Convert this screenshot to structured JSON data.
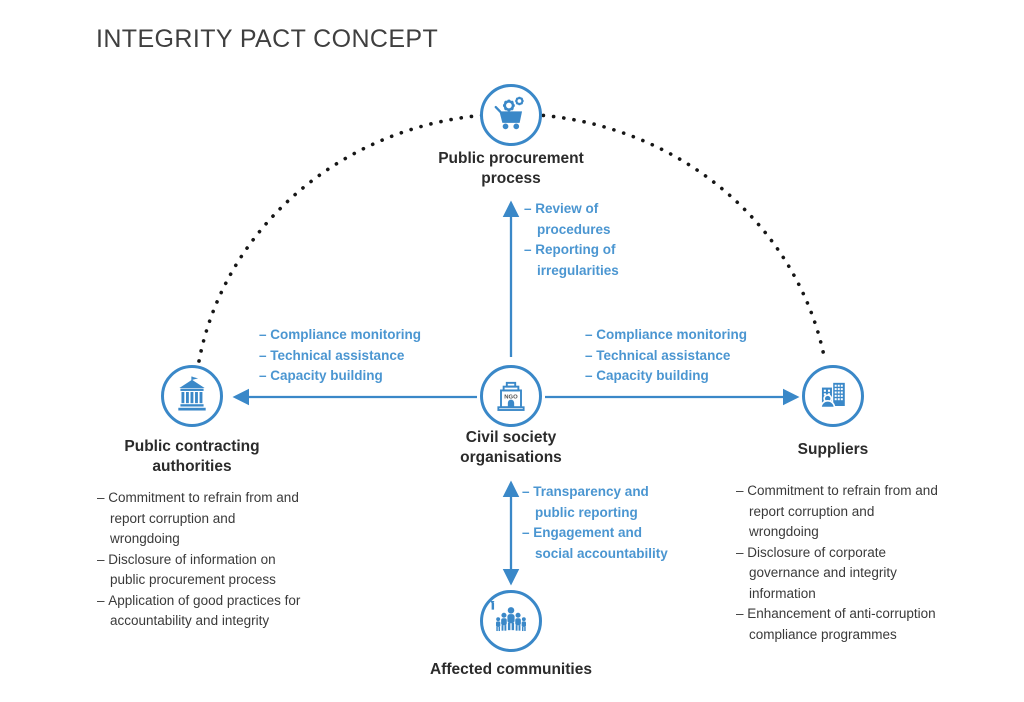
{
  "title": "INTEGRITY PACT CONCEPT",
  "bullet_char": "–",
  "colors": {
    "blue": "#3a88c8",
    "blue_text": "#4b96d1",
    "dark": "#2b2b2b",
    "dots": "#161616"
  },
  "nodes": {
    "top": {
      "label": "Public procurement process",
      "icon": "procurement-cart-icon"
    },
    "center": {
      "label": "Civil society organisations",
      "icon": "ngo-building-icon",
      "badge": "NGO"
    },
    "left": {
      "label": "Public contracting authorities",
      "icon": "government-building-icon"
    },
    "right": {
      "label": "Suppliers",
      "icon": "company-buildings-icon"
    },
    "bottom": {
      "label": "Affected communities",
      "icon": "community-people-icon"
    }
  },
  "edges": {
    "to_top": [
      "Review of procedures",
      "Reporting of irregularities"
    ],
    "to_left": [
      "Compliance monitoring",
      "Technical assistance",
      "Capacity building"
    ],
    "to_right": [
      "Compliance monitoring",
      "Technical assistance",
      "Capacity building"
    ],
    "to_bottom": [
      "Transparency and public reporting",
      "Engagement and social accountability"
    ]
  },
  "notes": {
    "left": [
      "Commitment to refrain from and report corruption and wrongdoing",
      "Disclosure of information on public procurement process",
      "Application of good practices for accountability and integrity"
    ],
    "right": [
      "Commitment to refrain from and report corruption and wrongdoing",
      "Disclosure of corporate governance and integrity information",
      "Enhancement of anti-corrup­tion compliance programmes"
    ]
  }
}
